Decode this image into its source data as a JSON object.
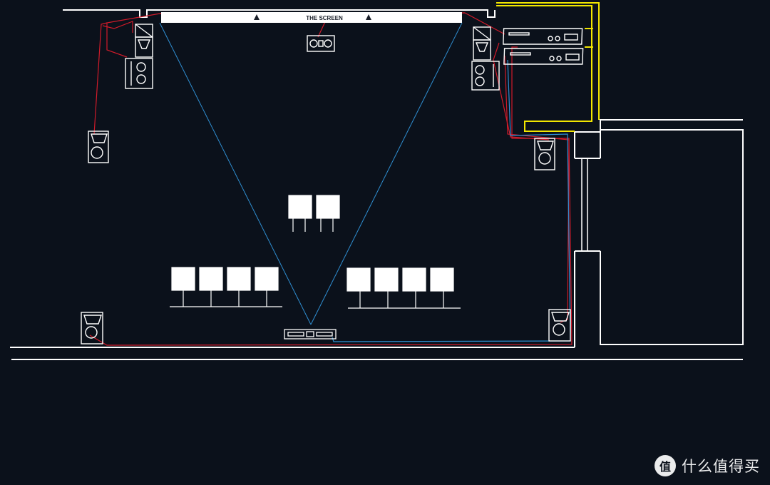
{
  "diagram": {
    "screen_label": "THE SCREEN",
    "colors": {
      "background": "#0b111b",
      "walls": "#ffffff",
      "red_wiring": "#d11b2a",
      "blue_wiring": "#2f8fd3",
      "yellow_wiring": "#f2e600",
      "sightlines": "#2f8fd3",
      "seats": "#ffffff"
    },
    "items": {
      "screen": "screen",
      "front_left_speaker": "front left speaker stack",
      "front_right_speaker": "front right speaker stack",
      "center_speaker": "center channel speaker",
      "amplifiers": "amplifier rack (2 units)",
      "processor": "AV processor",
      "surround_speakers": "surround speakers (4)",
      "seating": "theater seating (10 seats)"
    }
  },
  "watermark": {
    "logo_glyph": "值",
    "text": "什么值得买"
  }
}
